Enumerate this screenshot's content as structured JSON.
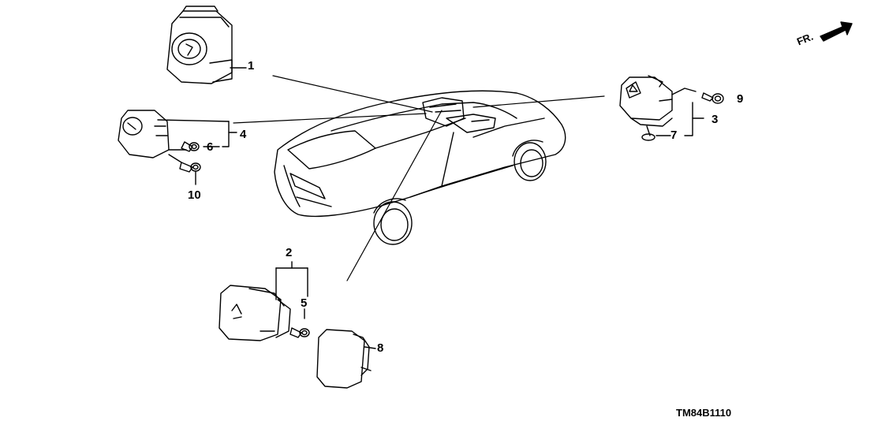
{
  "direction_label": "FR.",
  "diagram_code": "TM84B1110",
  "callouts": {
    "c1": "1",
    "c2": "2",
    "c3": "3",
    "c4": "4",
    "c5": "5",
    "c6": "6",
    "c7": "7",
    "c8": "8",
    "c9": "9",
    "c10": "10"
  },
  "icons": {
    "vehicle": "car-outline-icon",
    "arrow": "front-arrow-icon"
  },
  "colors": {
    "line": "#000000",
    "background": "#ffffff"
  }
}
